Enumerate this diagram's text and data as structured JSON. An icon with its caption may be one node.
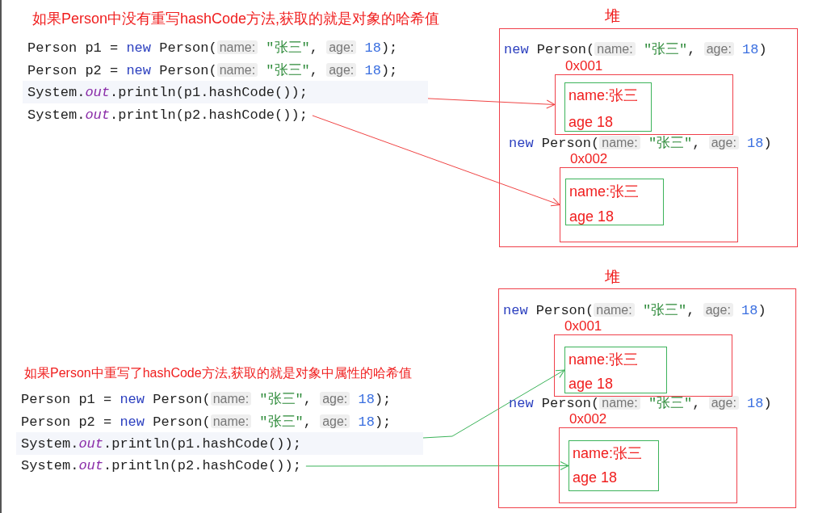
{
  "diagram": {
    "nodes": [
      {
        "text": [
          "堆",
          "new Person(name: \"张三\", age: 18)",
          "new Person(name: \"张三\", age: 18)"
        ]
      },
      {
        "text": [
          "0x001"
        ],
        "in": 0
      },
      {
        "text": [
          "name:张三",
          "age 18"
        ],
        "in": 1
      },
      {
        "text": [
          "0x002"
        ],
        "in": 0
      },
      {
        "text": [
          "name:张三",
          "age 18"
        ],
        "in": 3
      },
      {
        "text": [
          "System.out.println(p1.hashCode());"
        ]
      },
      {
        "text": [
          "System.out.println(p2.hashCode());"
        ]
      },
      {
        "text": [
          "堆",
          "new Person(name: \"张三\", age: 18)",
          "new Person(name: \"张三\", age: 18)"
        ]
      },
      {
        "text": [
          "0x001"
        ],
        "in": 7
      },
      {
        "text": [
          "name:张三",
          "age 18"
        ],
        "in": 8
      },
      {
        "text": [
          "0x002"
        ],
        "in": 7
      },
      {
        "text": [
          "name:张三",
          "age 18"
        ],
        "in": 10
      },
      {
        "text": [
          "System.out.println(p1.hashCode());"
        ]
      },
      {
        "text": [
          "System.out.println(p2.hashCode());"
        ]
      }
    ],
    "edges": [
      {
        "from": 5,
        "to": 1,
        "arrow": "to",
        "color": "#f04545"
      },
      {
        "from": 6,
        "to": 3,
        "arrow": "to",
        "color": "#f04545"
      },
      {
        "from": 12,
        "to": 9,
        "arrow": "to",
        "color": "#3cb35a"
      },
      {
        "from": 13,
        "to": 11,
        "arrow": "to",
        "color": "#3cb35a"
      }
    ],
    "labels": [
      "如果Person中没有重写hashCode方法,获取的就是对象的哈希值",
      "Person p1 = new Person(name: \"张三\", age: 18);",
      "Person p2 = new Person(name: \"张三\", age: 18);",
      "如果Person中重写了hashCode方法,获取的就是对象中属性的哈希值",
      "Person p1 = new Person(name: \"张三\", age: 18);",
      "Person p2 = new Person(name: \"张三\", age: 18);"
    ]
  }
}
